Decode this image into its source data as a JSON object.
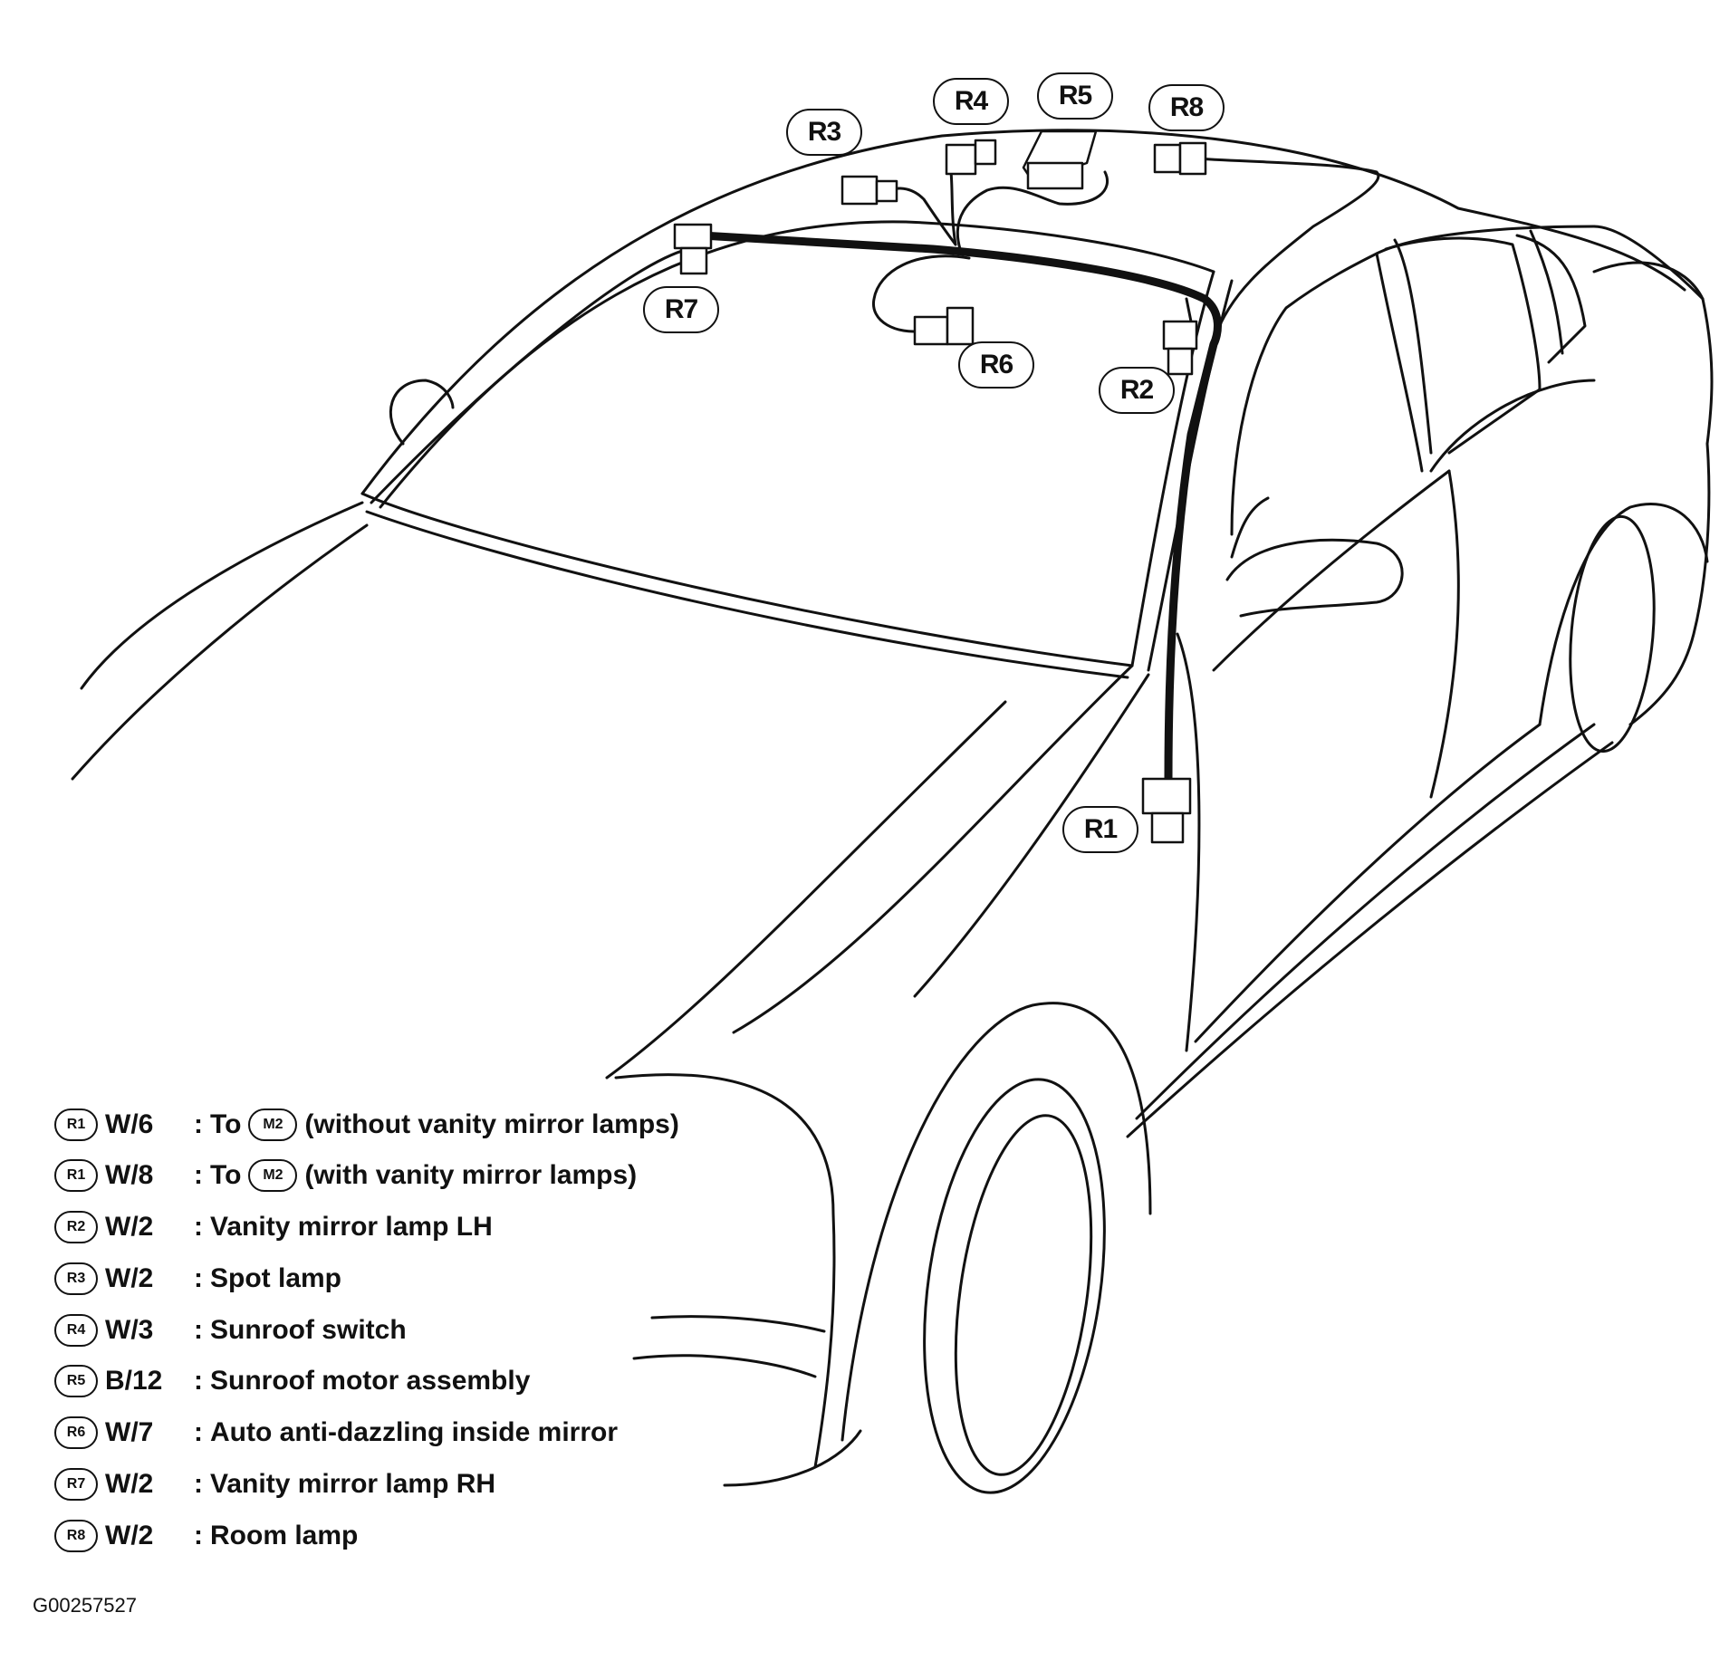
{
  "callouts": {
    "R1": "R1",
    "R2": "R2",
    "R3": "R3",
    "R4": "R4",
    "R5": "R5",
    "R6": "R6",
    "R7": "R7",
    "R8": "R8"
  },
  "legend": [
    {
      "badge": "R1",
      "wire": "W/6",
      "prefix": "To",
      "ref": "M2",
      "desc": "(without vanity mirror lamps)"
    },
    {
      "badge": "R1",
      "wire": "W/8",
      "prefix": "To",
      "ref": "M2",
      "desc": "(with vanity mirror lamps)"
    },
    {
      "badge": "R2",
      "wire": "W/2",
      "prefix": "",
      "ref": "",
      "desc": "Vanity mirror lamp LH"
    },
    {
      "badge": "R3",
      "wire": "W/2",
      "prefix": "",
      "ref": "",
      "desc": "Spot lamp"
    },
    {
      "badge": "R4",
      "wire": "W/3",
      "prefix": "",
      "ref": "",
      "desc": "Sunroof switch"
    },
    {
      "badge": "R5",
      "wire": "B/12",
      "prefix": "",
      "ref": "",
      "desc": "Sunroof motor assembly"
    },
    {
      "badge": "R6",
      "wire": "W/7",
      "prefix": "",
      "ref": "",
      "desc": "Auto anti-dazzling inside mirror"
    },
    {
      "badge": "R7",
      "wire": "W/2",
      "prefix": "",
      "ref": "",
      "desc": "Vanity mirror lamp RH"
    },
    {
      "badge": "R8",
      "wire": "W/2",
      "prefix": "",
      "ref": "",
      "desc": "Room lamp"
    }
  ],
  "colon": ":",
  "figure_id": "G00257527"
}
